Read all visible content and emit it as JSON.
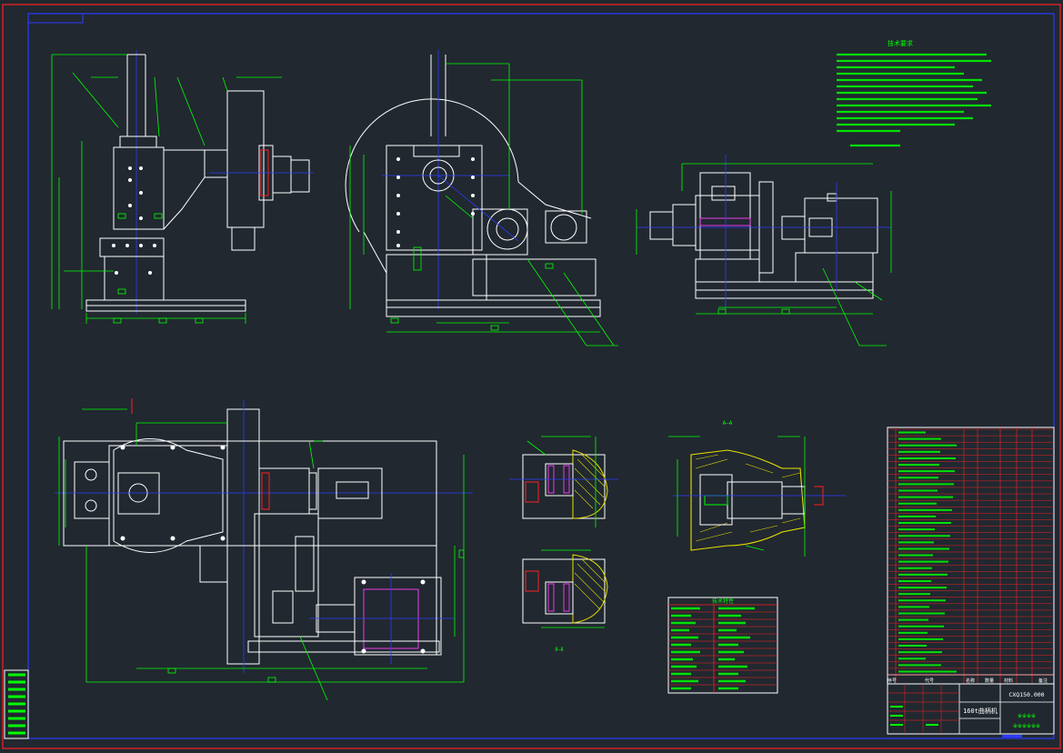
{
  "sheet": {
    "drawing_number": "CXQ150.000",
    "title": "160t曲柄机",
    "org_line1": "※※※※",
    "org_line2": "※※※※※※"
  },
  "notes_title": "技术要求",
  "parts_title": "技术特性",
  "bom_header": [
    "序号",
    "代号",
    "名称",
    "数量",
    "材料",
    "备注"
  ],
  "section_label_aa": "A—A",
  "view_label_ii": "Ⅱ—Ⅱ",
  "colors": {
    "background": "#212830",
    "outline": "#ffffff",
    "dimension": "#00ff00",
    "centerline": "#2b3cff",
    "border": "#ff2020",
    "section_fill": "#e8e000",
    "hidden": "#ff40ff"
  }
}
